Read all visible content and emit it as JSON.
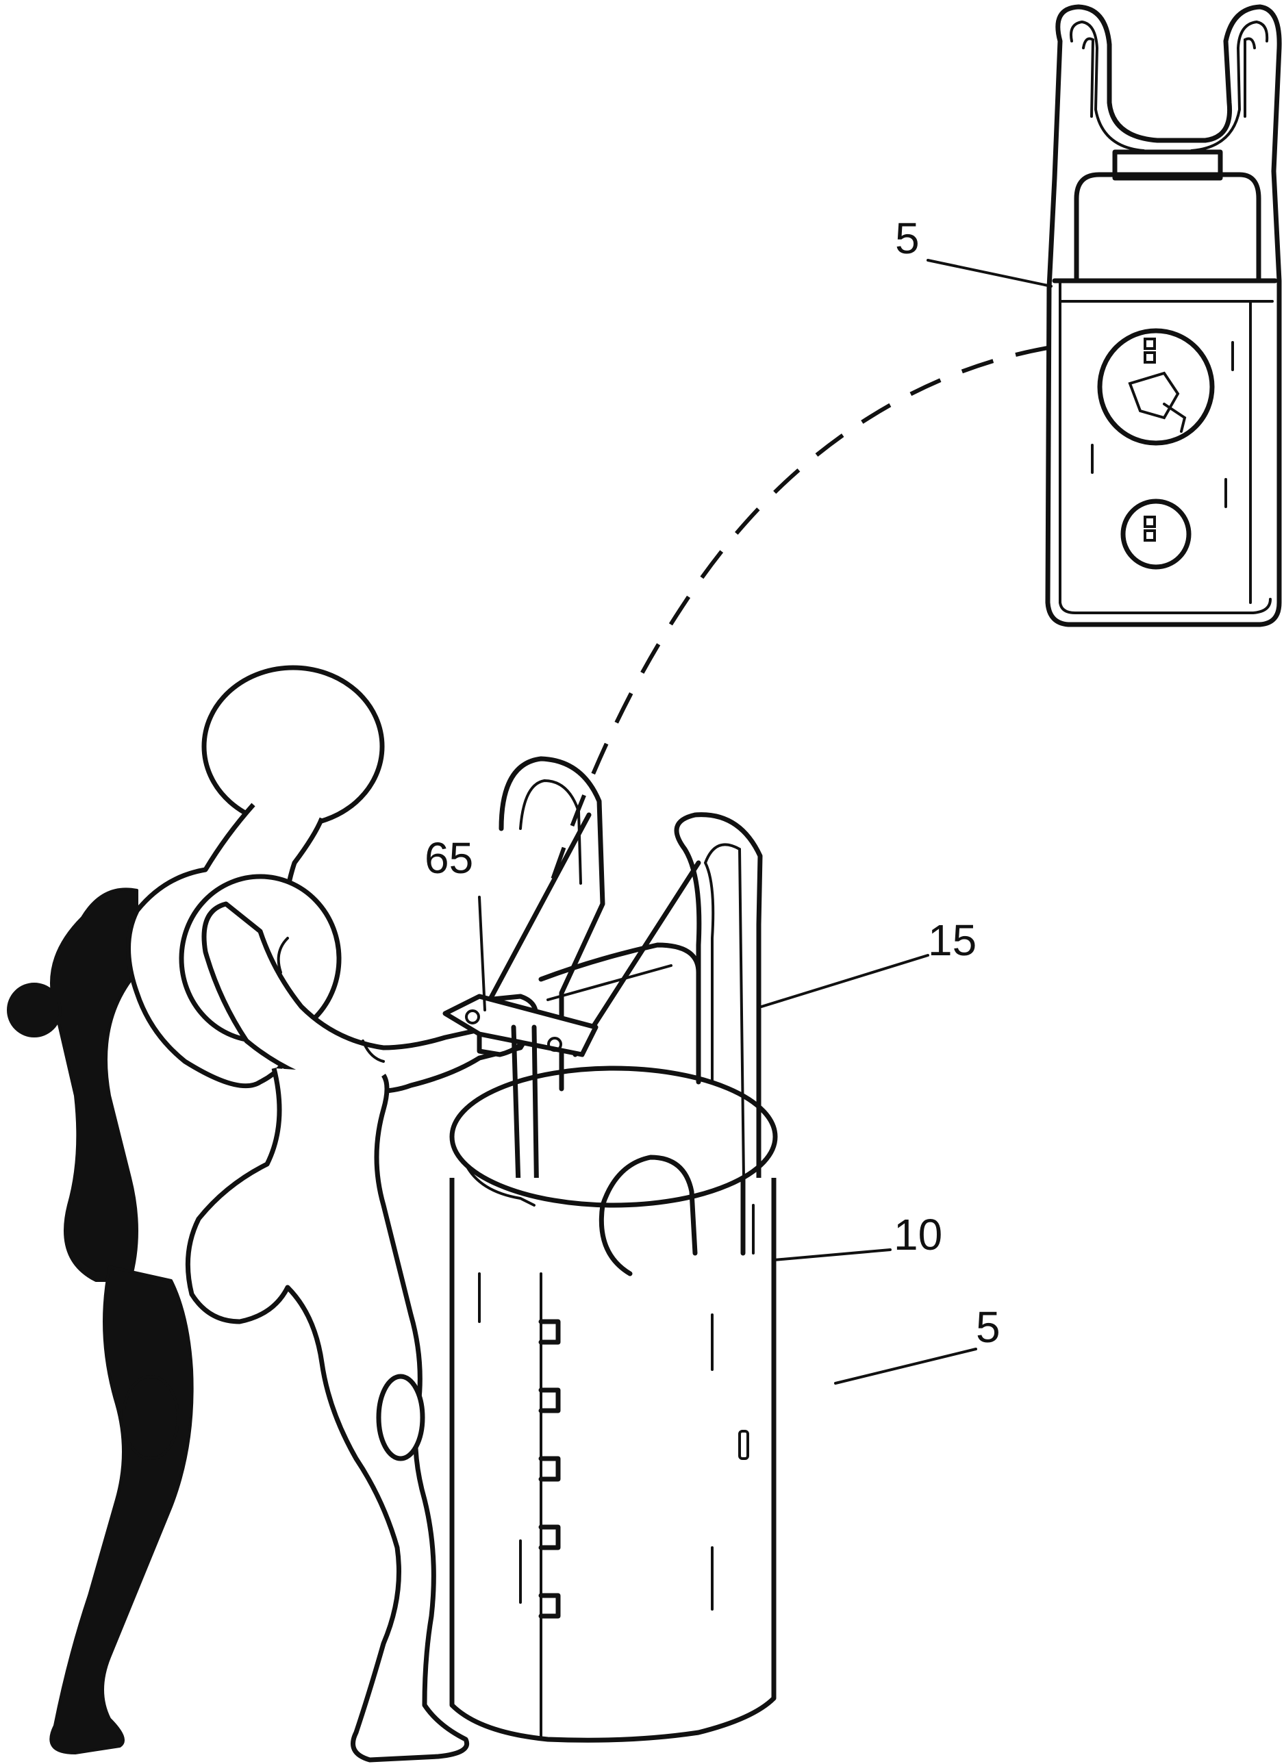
{
  "labels": {
    "top_device": "5",
    "handle": "65",
    "frame": "15",
    "cylinder_rim": "10",
    "bag": "5"
  }
}
